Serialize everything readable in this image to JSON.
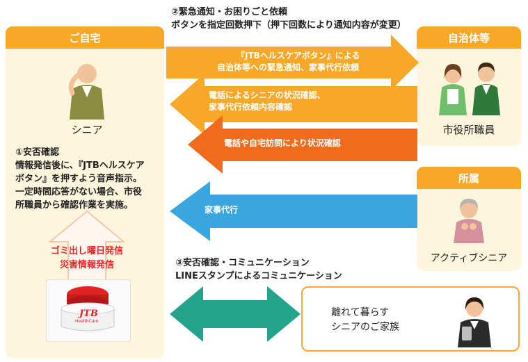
{
  "home": {
    "header": "ご自宅",
    "senior_label": "シニア"
  },
  "municipality": {
    "header": "自治体等",
    "staff_label": "市役所職員"
  },
  "affiliation": {
    "header": "所属",
    "active_senior_label": "アクティブシニア"
  },
  "family": {
    "line1": "離れて暮らす",
    "line2": "シニアのご家族"
  },
  "step1": {
    "title": "①安否確認",
    "lines": [
      "情報発信後に、『JTBヘルスケア",
      "ボタン』を押すよう音声指示。",
      "一定時間応答がない場合、市役",
      "所職員から確認作業を実施。"
    ]
  },
  "step2": {
    "title": "②緊急通知・お困りごと依頼",
    "subtitle": "ボタンを指定回数押下（押下回数により通知内容が変更）"
  },
  "step3": {
    "title": "③安否確認・コミュニケーション",
    "subtitle": "LINEスタンプによるコミュニケーション"
  },
  "arrows": {
    "a1": [
      "『JTBヘルスケアボタン』による",
      "自治体等への緊急通知、家事代行依頼"
    ],
    "a2": [
      "電話によるシニアの状況確認、",
      "家事代行依頼内容確認"
    ],
    "a3": "電話や自宅訪問により状況確認",
    "a4": "家事代行"
  },
  "broadcast": {
    "line1": "ゴミ出し曜日発信",
    "line2": "災害情報発信"
  },
  "device": {
    "logo": "JTB",
    "sub": "HealthCare"
  },
  "colors": {
    "orange": "#f7a829",
    "orange_dark": "#f26b1d",
    "blue": "#3aa6e0",
    "teal": "#22a38a",
    "red": "#e4262b",
    "panel": "#fdf5dc"
  }
}
